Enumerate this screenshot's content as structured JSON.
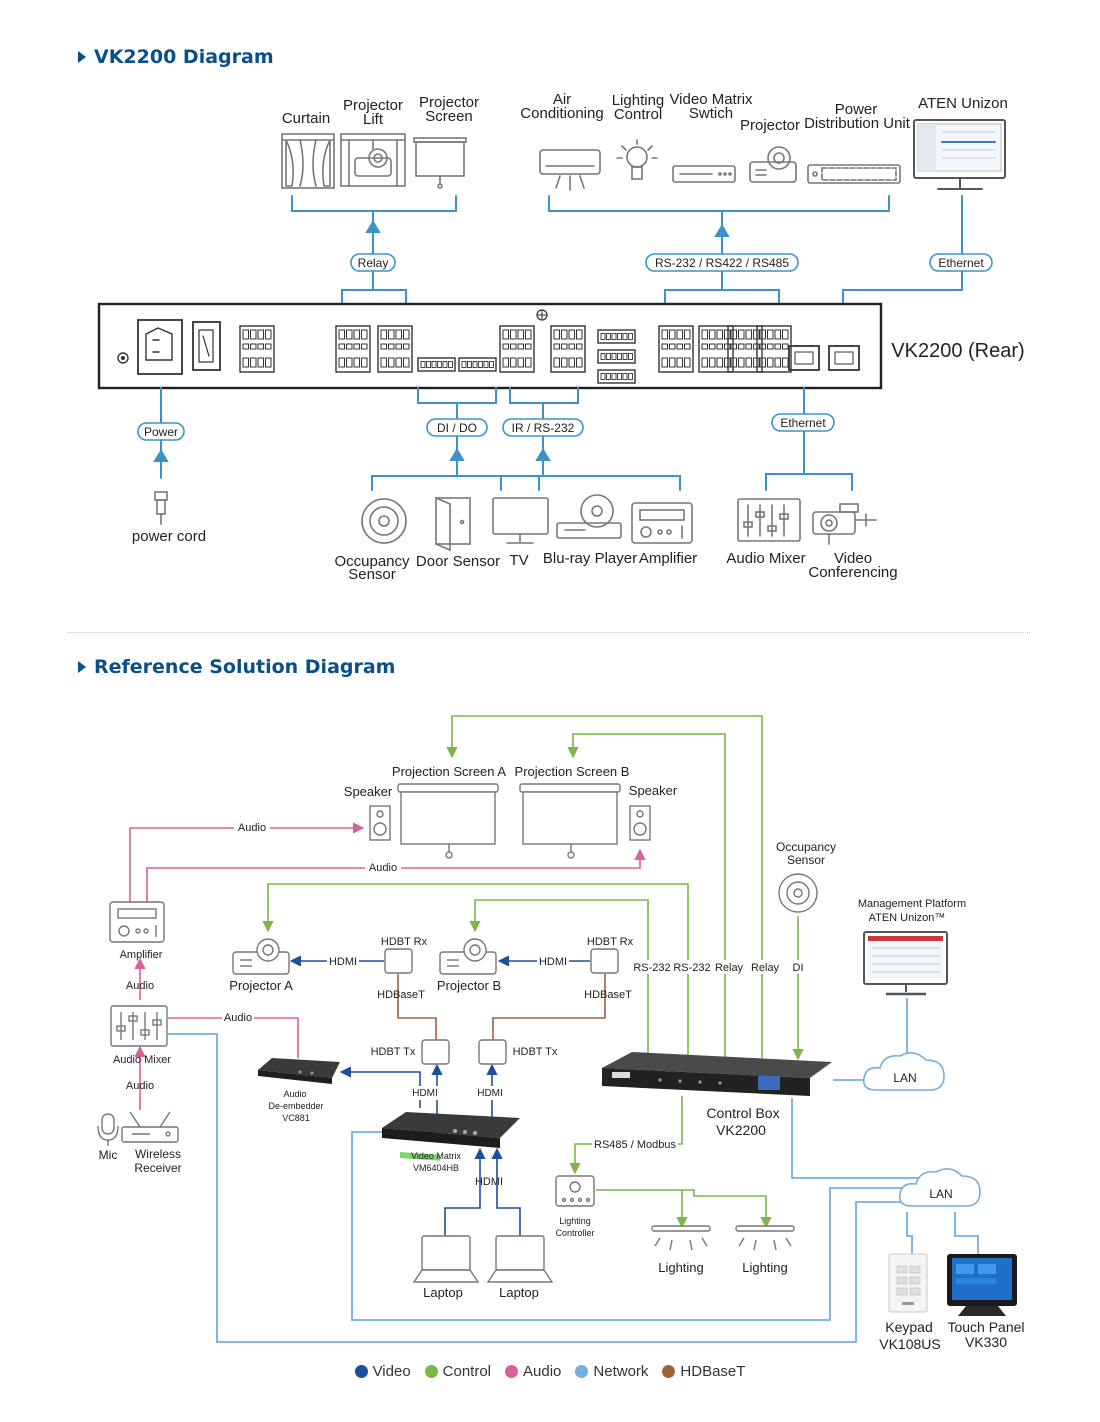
{
  "section1": {
    "title": "VK2200 Diagram",
    "device_label": "VK2200 (Rear)",
    "top_devices": {
      "curtain": "Curtain",
      "projector_lift": [
        "Projector",
        "Lift"
      ],
      "projector_screen": [
        "Projector",
        "Screen"
      ],
      "air_conditioning": [
        "Air",
        "Conditioning"
      ],
      "lighting_control": [
        "Lighting",
        "Control"
      ],
      "video_matrix_switch": [
        "Video Matrix",
        "Swtich"
      ],
      "projector": "Projector",
      "pdu": [
        "Power",
        "Distribution Unit"
      ],
      "aten_unizon": "ATEN Unizon"
    },
    "badges": {
      "relay": "Relay",
      "serial": "RS-232 / RS422 / RS485",
      "ethernet_top": "Ethernet",
      "power": "Power",
      "di_do": "DI / DO",
      "ir_rs232": "IR / RS-232",
      "ethernet_bottom": "Ethernet"
    },
    "bottom_devices": {
      "power_cord": "power cord",
      "occupancy_sensor": [
        "Occupancy",
        "Sensor"
      ],
      "door_sensor": "Door Sensor",
      "tv": "TV",
      "bluray": "Blu-ray Player",
      "amplifier": "Amplifier",
      "audio_mixer": "Audio Mixer",
      "video_conferencing": [
        "Video",
        "Conferencing"
      ]
    }
  },
  "section2": {
    "title": "Reference Solution Diagram",
    "labels": {
      "projection_screen_a": "Projection Screen A",
      "projection_screen_b": "Projection Screen B",
      "speaker_left": "Speaker",
      "speaker_right": "Speaker",
      "audio_1": "Audio",
      "audio_2": "Audio",
      "occupancy_sensor": [
        "Occupancy",
        "Sensor"
      ],
      "management_platform": [
        "Management Platform",
        "ATEN Unizon™"
      ],
      "amplifier": "Amplifier",
      "audio_3": "Audio",
      "projector_a": "Projector A",
      "projector_b": "Projector B",
      "hdbt_rx_a": "HDBT Rx",
      "hdbt_rx_b": "HDBT Rx",
      "hdmi_a": "HDMI",
      "hdmi_b": "HDMI",
      "hdbaset_a": "HDBaseT",
      "hdbaset_b": "HDBaseT",
      "rs232_1": "RS-232",
      "rs232_2": "RS-232",
      "relay_1": "Relay",
      "relay_2": "Relay",
      "di": "DI",
      "audio_4": "Audio",
      "audio_mixer": "Audio Mixer",
      "audio_5": "Audio",
      "hdbt_tx_a": "HDBT Tx",
      "hdbt_tx_b": "HDBT Tx",
      "lan_1": "LAN",
      "audio_deembedder": [
        "Audio",
        "De-embedder"
      ],
      "vc881": "VC881",
      "hdmi_c": "HDMI",
      "hdmi_d": "HDMI",
      "control_box": [
        "Control Box",
        "VK2200"
      ],
      "mic": "Mic",
      "wireless_receiver": [
        "Wireless",
        "Receiver"
      ],
      "video_matrix": "Video Matrix",
      "vm6404hb": "VM6404HB",
      "rs485_modbus": "RS485 / Modbus",
      "hdmi_e": "HDMI",
      "lan_2": "LAN",
      "lighting_controller": [
        "Lighting",
        "Controller"
      ],
      "lighting_1": "Lighting",
      "lighting_2": "Lighting",
      "laptop_1": "Laptop",
      "laptop_2": "Laptop",
      "keypad": [
        "Keypad",
        "VK108US"
      ],
      "touch_panel": [
        "Touch Panel",
        "VK330"
      ]
    }
  },
  "legend": [
    {
      "label": "Video",
      "color": "#1f4e99"
    },
    {
      "label": "Control",
      "color": "#7ab648"
    },
    {
      "label": "Audio",
      "color": "#d9609a"
    },
    {
      "label": "Network",
      "color": "#74aedd"
    },
    {
      "label": "HDBaseT",
      "color": "#a0623a"
    }
  ],
  "colors": {
    "title": "#0a4f8a",
    "line_blue": "#3d93c8",
    "video": "#1f4e99",
    "control": "#7ab648",
    "audio": "#d9609a",
    "network": "#74aedd",
    "hdbaset": "#a0623a",
    "product_name": "#1c5fa0"
  }
}
